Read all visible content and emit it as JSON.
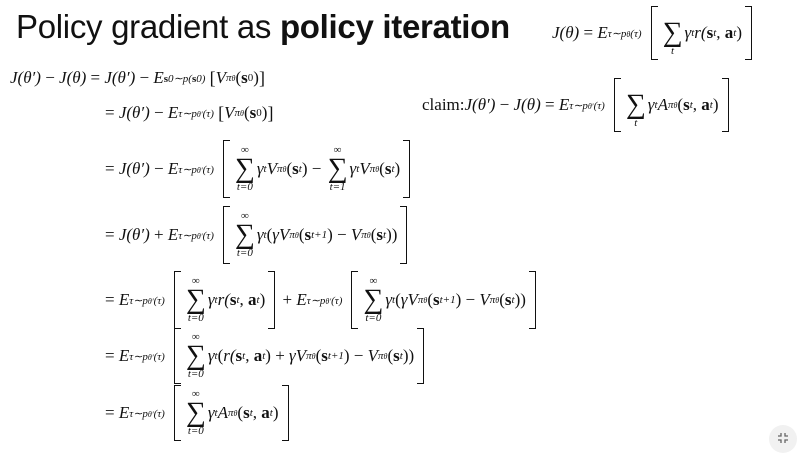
{
  "slide": {
    "title_regular": "Policy gradient as ",
    "title_bold": "policy iteration"
  },
  "equations": {
    "objective": {
      "lhs": "J(θ) = E",
      "sub": "τ∼p",
      "subsub": "θ",
      "subtail": "(τ)",
      "sum_index": "t",
      "body": "γ",
      "body_sup": "t",
      "body_tail": "r(",
      "s": "s",
      "a": "a",
      "t": "t"
    },
    "claim": {
      "prefix": "claim:",
      "lhs": "J(θ′) − J(θ) = E",
      "sub": "τ∼p",
      "subsub": "θ′",
      "subtail": "(τ)",
      "sum_index": "t",
      "A": "A",
      "pi": "π",
      "theta": "θ"
    },
    "lines": [
      "J(θ′) − J(θ) = J(θ′) − E_{s0∼p(s0)}[V^{πθ}(s0)]",
      "= J(θ′) − E_{τ∼pθ′(τ)}[V^{πθ}(s0)]",
      "= J(θ′) − E_{τ∼pθ′(τ)}[Σ_{t=0}^{∞} γ^t V^{πθ}(s_t) − Σ_{t=1}^{∞} γ^t V^{πθ}(s_t)]",
      "= J(θ′) + E_{τ∼pθ′(τ)}[Σ_{t=0}^{∞} γ^t (γV^{πθ}(s_{t+1}) − V^{πθ}(s_t))]",
      "= E_{τ∼pθ′(τ)}[Σ_{t=0}^{∞} γ^t r(s_t,a_t)] + E_{τ∼pθ′(τ)}[Σ_{t=0}^{∞} γ^t (γV^{πθ}(s_{t+1}) − V^{πθ}(s_t))]",
      "= E_{τ∼pθ′(τ)}[Σ_{t=0}^{∞} γ^t (r(s_t,a_t) + γV^{πθ}(s_{t+1}) − V^{πθ}(s_t))]",
      "= E_{τ∼pθ′(τ)}[Σ_{t=0}^{∞} γ^t A^{πθ}(s_t,a_t)]"
    ],
    "tokens": {
      "eq": "=",
      "minus": "−",
      "plus": "+",
      "J_theta_prime": "J(θ′)",
      "J_theta": "J(θ)",
      "E": "E",
      "tau_sub": "τ∼p",
      "theta_prime": "θ′",
      "paren_tau": "(τ)",
      "s0_sub": "s",
      "zero": "0",
      "p_s0": "∼p(",
      "close": ")",
      "V": "V",
      "pi": "π",
      "theta": "θ",
      "lb": "[",
      "rb": "]",
      "open_s": "(",
      "s": "s",
      "t": "t",
      "t1": "t+1",
      "a": "a",
      "comma": ",",
      "gamma": "γ",
      "sum_lo0": "t=0",
      "sum_lo1": "t=1",
      "inf": "∞",
      "sigma": "∑",
      "r": "r(",
      "A": "A",
      "close2": "))"
    }
  },
  "controls": {
    "exit_fullscreen_icon": "⤡"
  }
}
